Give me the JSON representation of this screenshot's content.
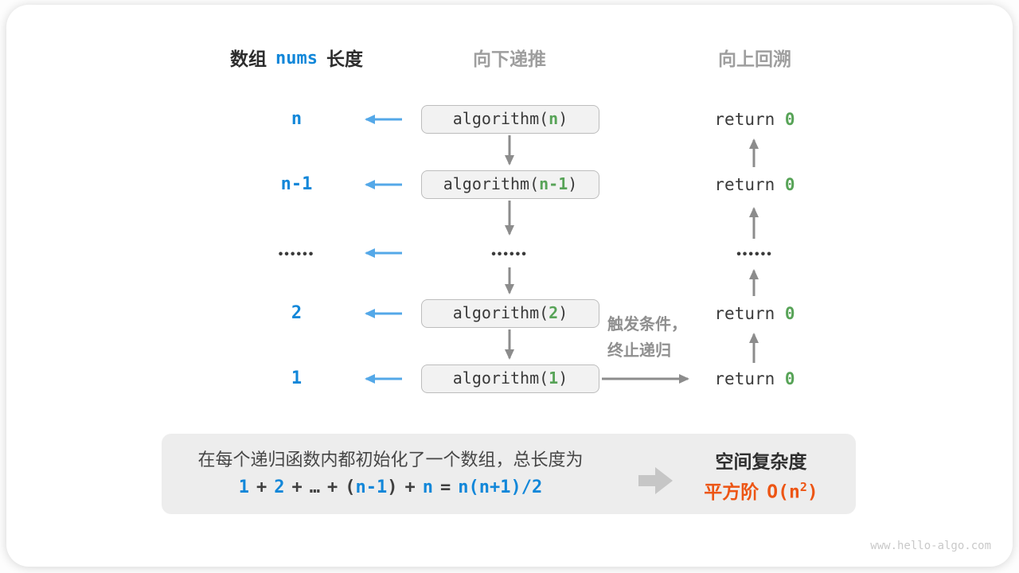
{
  "header": {
    "array_label_pre": "数组",
    "array_code": "nums",
    "array_label_post": "长度",
    "recurse_down": "向下递推",
    "backtrack_up": "向上回溯"
  },
  "dots": {
    "text": "••••••"
  },
  "rows": [
    {
      "label": "n",
      "fn_open": "algorithm(",
      "arg": "n",
      "fn_close": ")",
      "ret_keyword": "return",
      "ret_value": "0"
    },
    {
      "label": "n-1",
      "fn_open": "algorithm(",
      "arg": "n-1",
      "fn_close": ")",
      "ret_keyword": "return",
      "ret_value": "0"
    },
    {
      "label": "2",
      "fn_open": "algorithm(",
      "arg": "2",
      "fn_close": ")",
      "ret_keyword": "return",
      "ret_value": "0"
    },
    {
      "label": "1",
      "fn_open": "algorithm(",
      "arg": "1",
      "fn_close": ")",
      "ret_keyword": "return",
      "ret_value": "0"
    }
  ],
  "trigger": {
    "line1": "触发条件，",
    "line2": "终止递归"
  },
  "panel": {
    "description": "在每个递归函数内都初始化了一个数组，总长度为",
    "formula": {
      "v1": "1",
      "op1": "+",
      "v2": "2",
      "op2": "+",
      "ellipsis": "…",
      "op3": "+",
      "paren_open": "(",
      "vn1": "n-1",
      "paren_close": ")",
      "op4": "+",
      "vn": "n",
      "equals": "=",
      "rhs": "n(n+1)/2"
    },
    "result": {
      "title": "空间复杂度",
      "order": "平方阶",
      "big_o_open": "O(n",
      "exponent": "2",
      "big_o_close": ")"
    }
  },
  "watermark": "www.hello-algo.com",
  "colors": {
    "blue": "#1287D9",
    "light_blue_arrow": "#54A8E8",
    "green": "#57A357",
    "orange": "#ED5514",
    "gray_header": "#9E9E9E",
    "gray_arrow": "#8C8C8C",
    "box_bg": "#F2F2F2",
    "box_border": "#BDBDBD",
    "panel_bg": "#EDEDED"
  }
}
